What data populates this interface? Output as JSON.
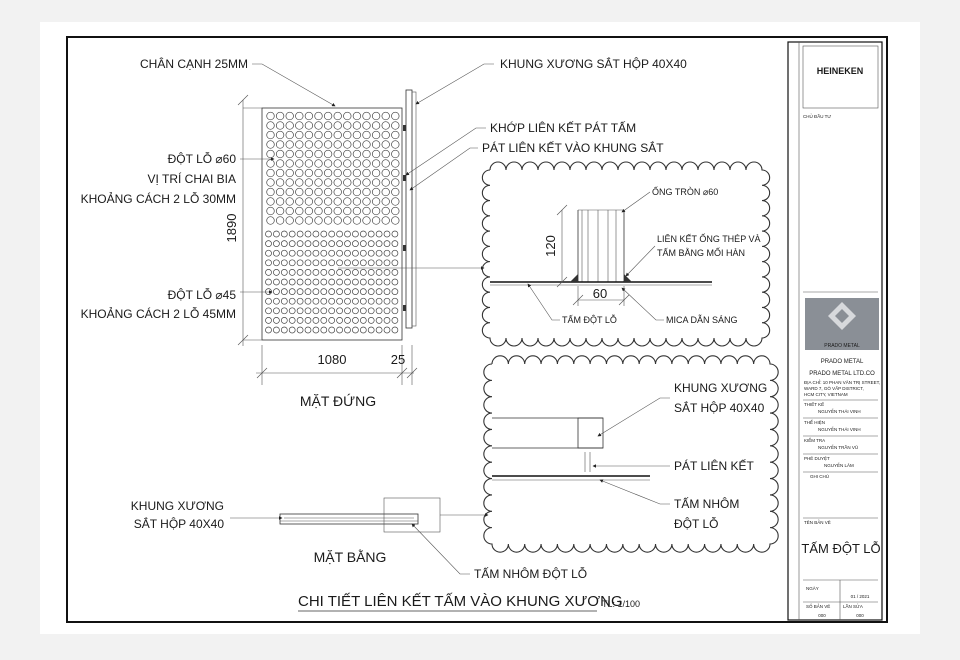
{
  "elevation": {
    "callouts": {
      "edge": "CHÂN CẠNH 25MM",
      "frame_top": "KHUNG XƯƠNG SẮT HỘP 40X40",
      "panel_joint": "KHỚP LIÊN KẾT PÁT TẤM",
      "bracket_to_frame": "PÁT LIÊN KẾT VÀO KHUNG SẮT",
      "hole60_line1": "ĐỘT LỖ ⌀60",
      "hole60_line2": "VỊ TRÍ CHAI BIA",
      "hole60_line3": "KHOẢNG CÁCH 2 LỖ 30MM",
      "hole45_line1": "ĐỘT LỖ ⌀45",
      "hole45_line2": "KHOẢNG CÁCH 2 LỖ 45MM"
    },
    "dims": {
      "height": "1890",
      "width": "1080",
      "depth": "25"
    },
    "view_label": "MẶT ĐỨNG"
  },
  "detail_a": {
    "tube": "ỐNG TRÒN ⌀60",
    "weld_line1": "LIÊN KẾT ỐNG THÉP VÀ",
    "weld_line2": "TẤM BẰNG MỐI HÀN",
    "dim_height": "120",
    "dim_width": "60",
    "panel": "TẤM ĐỘT LỖ",
    "mica": "MICA DẪN SÁNG"
  },
  "detail_b": {
    "frame_line1": "KHUNG XƯƠNG",
    "frame_line2": "SẮT HỘP 40X40",
    "bracket": "PÁT LIÊN KẾT",
    "panel_line1": "TẤM NHÔM",
    "panel_line2": "ĐỘT LỖ"
  },
  "plan": {
    "frame_line1": "KHUNG XƯƠNG",
    "frame_line2": "SẮT HỘP 40X40",
    "view_label": "MẶT BẰNG",
    "panel": "TẤM NHÔM ĐỘT LỖ"
  },
  "title": {
    "main": "CHI TIẾT LIÊN KẾT TẤM VÀO KHUNG XƯƠNG",
    "scale": "TL: 1/100"
  },
  "title_block": {
    "client": "HEINEKEN",
    "client_label": "CHỦ ĐẦU TƯ",
    "logo_text": "PRADO METAL",
    "company_short": "PRADO METAL",
    "company_full": "PRADO METAL LTD.CO",
    "address_line1": "ĐỊA CHỈ: 10 PHAN VĂN TRỊ STREET,",
    "address_line2": "WARD 7, GÒ VẤP DISTRICT,",
    "address_line3": "HCM CITY, VIETNAM",
    "role1_label": "THIẾT KẾ",
    "role1_name": "NGUYỄN THÁI VINH",
    "role2_label": "THỂ HIỆN",
    "role2_name": "NGUYỄN THÁI VINH",
    "role3_label": "KIỂM TRA",
    "role3_name": "NGUYỄN TRẦN VŨ",
    "role4_label": "PHÊ DUYỆT",
    "role4_name": "NGUYỄN LÂM",
    "notes_label": "GHI CHÚ",
    "drawing_label": "TÊN BẢN VẼ",
    "drawing_name": "TẤM ĐỘT LỖ",
    "date_label": "NGÀY",
    "date_value": "01 / 2021",
    "sheet_label": "SỐ BẢN VẼ",
    "sheet_value": "000",
    "rev_label": "LẦN SỬA",
    "rev_value": "000"
  },
  "colors": {
    "line": "#333333",
    "paper": "#ffffff",
    "background": "#f2f2f2",
    "logo_bg": "#8a8f96"
  }
}
